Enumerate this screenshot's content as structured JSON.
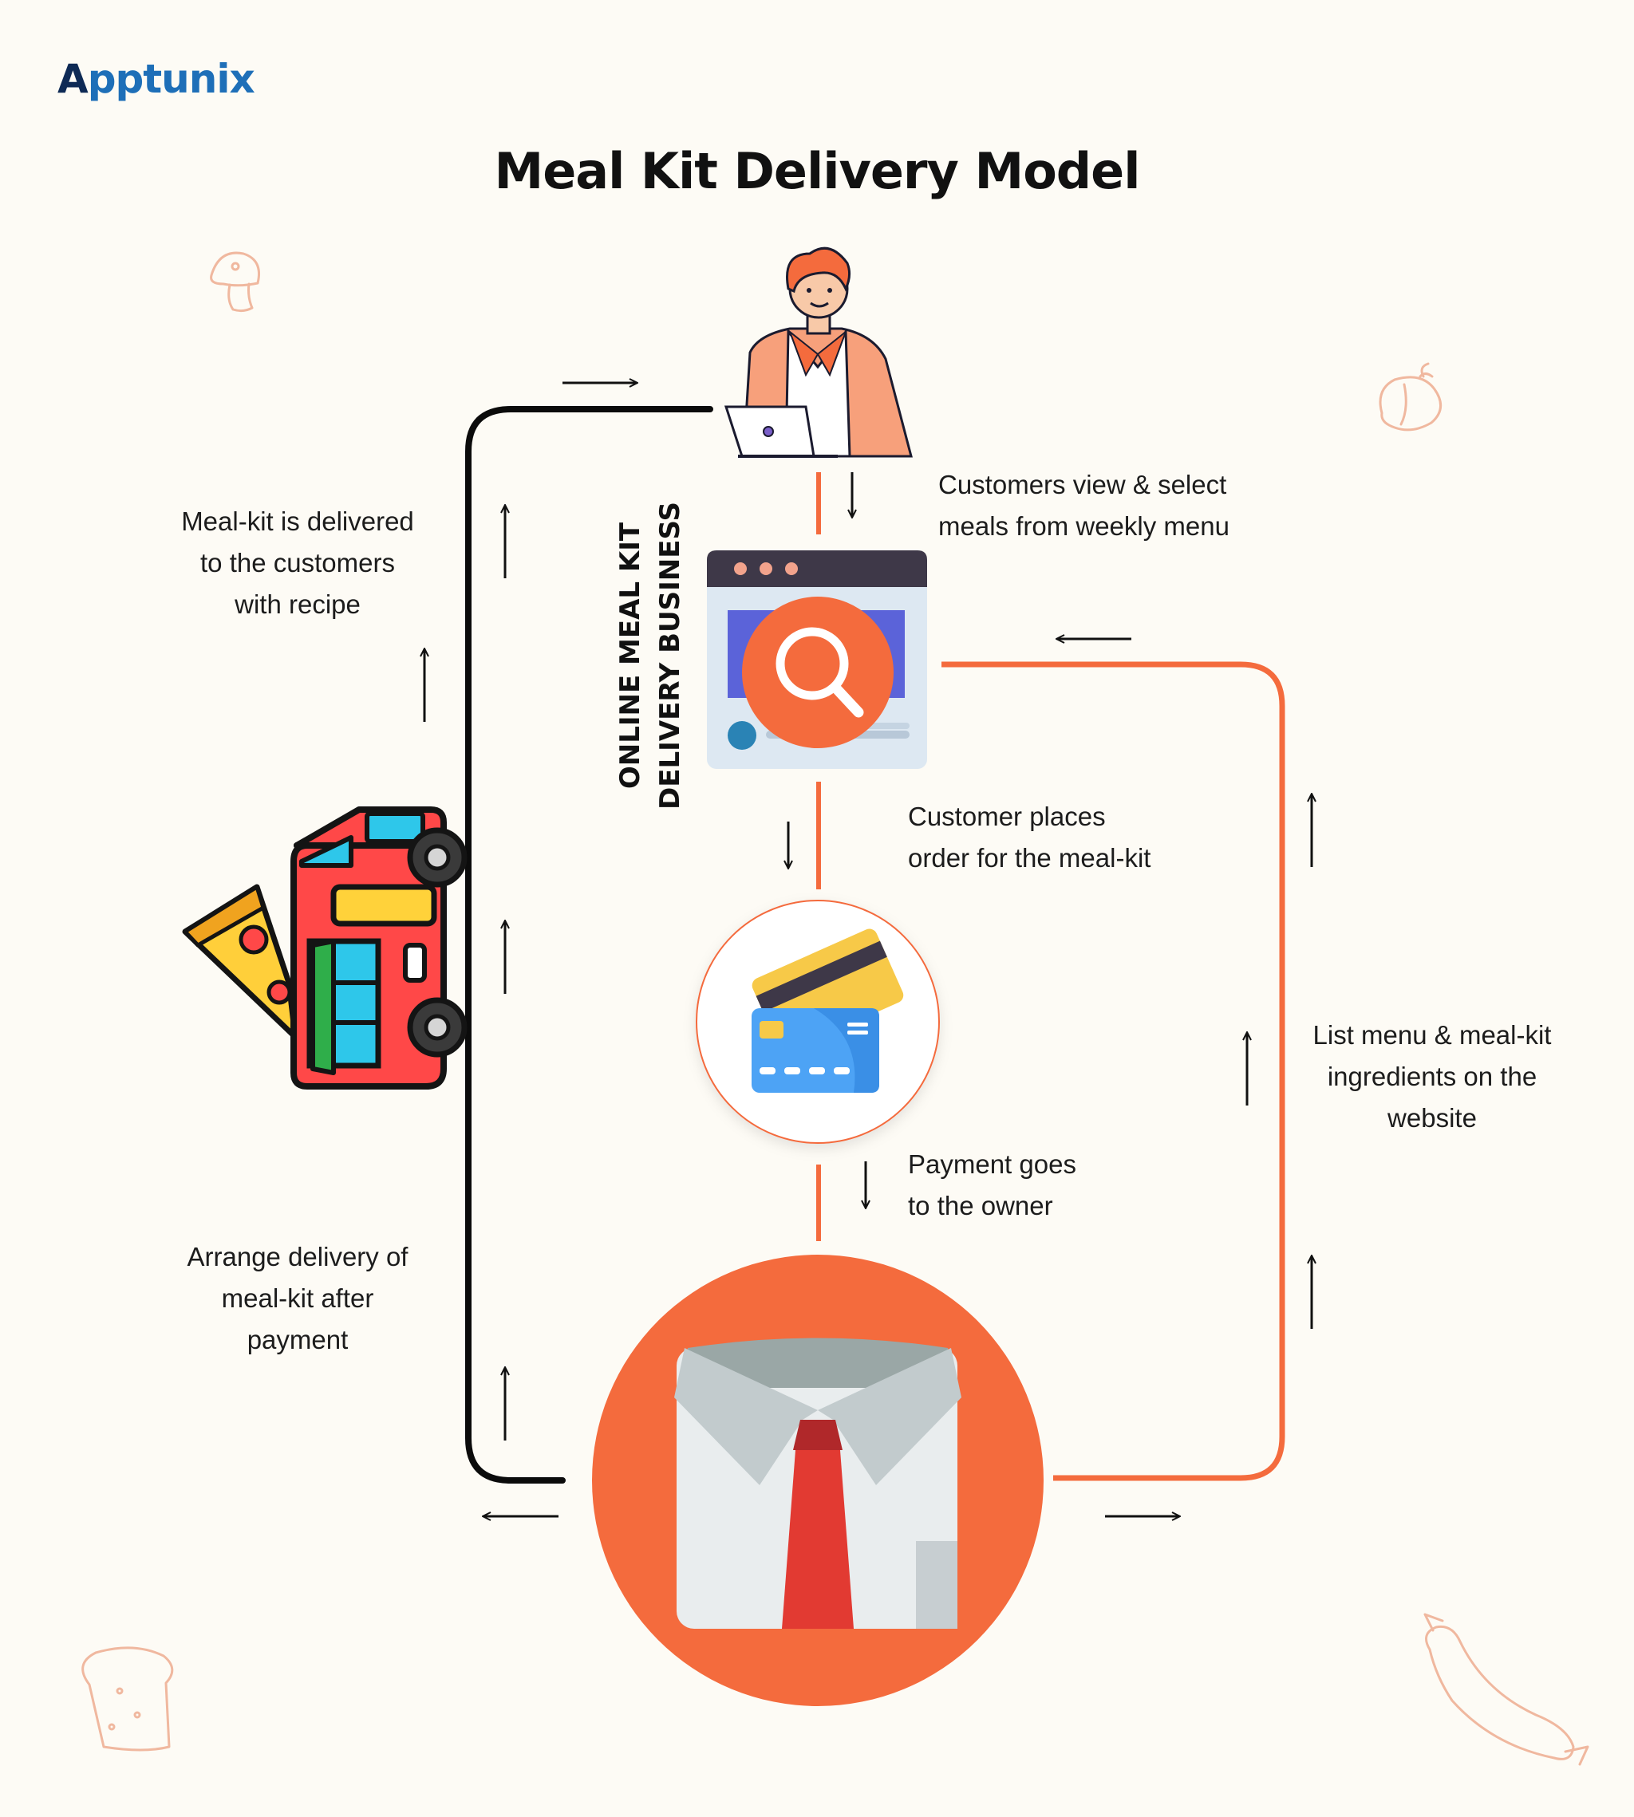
{
  "brand": {
    "logo_initial": "A",
    "logo_rest": "pptunix"
  },
  "diagram": {
    "title": "Meal Kit Delivery Model",
    "center_label_lines": [
      "ONLINE MEAL KIT",
      "DELIVERY BUSINESS"
    ],
    "steps": [
      {
        "id": "view-select",
        "lines": [
          "Customers view & select",
          "meals from weekly menu"
        ]
      },
      {
        "id": "place-order",
        "lines": [
          "Customer places",
          "order for the meal-kit"
        ]
      },
      {
        "id": "payment",
        "lines": [
          "Payment goes",
          "to the owner"
        ]
      },
      {
        "id": "list-menu",
        "lines": [
          "List menu & meal-kit",
          "ingredients on the",
          "website"
        ]
      },
      {
        "id": "arrange-delivery",
        "lines": [
          "Arrange delivery of",
          "meal-kit after",
          "payment"
        ]
      },
      {
        "id": "delivered",
        "lines": [
          "Meal-kit is delivered",
          "to the customers",
          "with recipe"
        ]
      }
    ],
    "nodes": [
      "customer",
      "website",
      "payment-card",
      "business-owner",
      "delivery-van"
    ],
    "colors": {
      "accent": "#f46b3d",
      "flow_dark": "#0b0b0b",
      "background": "#fdfbf5",
      "doodle": "#f0b89f"
    }
  }
}
